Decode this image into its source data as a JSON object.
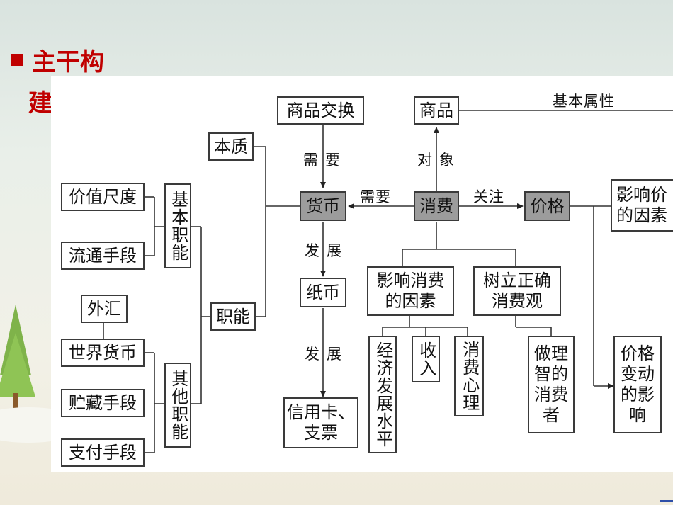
{
  "header": {
    "line1": "主干构",
    "line2": "建"
  },
  "nodes": {
    "shangpin_jiaohuan": "商品交换",
    "shangpin": "商品",
    "benzhi": "本质",
    "huobi": "货币",
    "xiaofei": "消费",
    "jiage": "价格",
    "yingxiang_jia": "影响价\n的因素",
    "jiazhi_chidu": "价值尺度",
    "liutong_shouduan": "流通手段",
    "jiben_zhineng": "基本职能",
    "waihui": "外汇",
    "shijie_huobi": "世界货币",
    "zhicang_shouduan": "贮藏手段",
    "zhifu_shouduan": "支付手段",
    "qita_zhineng": "其他职能",
    "zhineng": "职能",
    "zhibi": "纸币",
    "xinyongka": "信用卡、\n支票",
    "yingxiang_xiaofei": "影响消费\n的因素",
    "shuli": "树立正确\n消费观",
    "jingji": "经济发展水平",
    "shouru": "收入",
    "xiaofei_xinli": "消费心理",
    "zuo_lizhi": "做理\n智的\n消费\n者",
    "jiage_biandong": "价格\n变动\n的影\n响"
  },
  "labels": {
    "jiben_shuxing": "基本属性",
    "xuyao_v": "需要",
    "duixiang": "对象",
    "xuyao_h": "需要",
    "guanzhu": "关注",
    "fazhan1": "发展",
    "fazhan2": "发展"
  }
}
